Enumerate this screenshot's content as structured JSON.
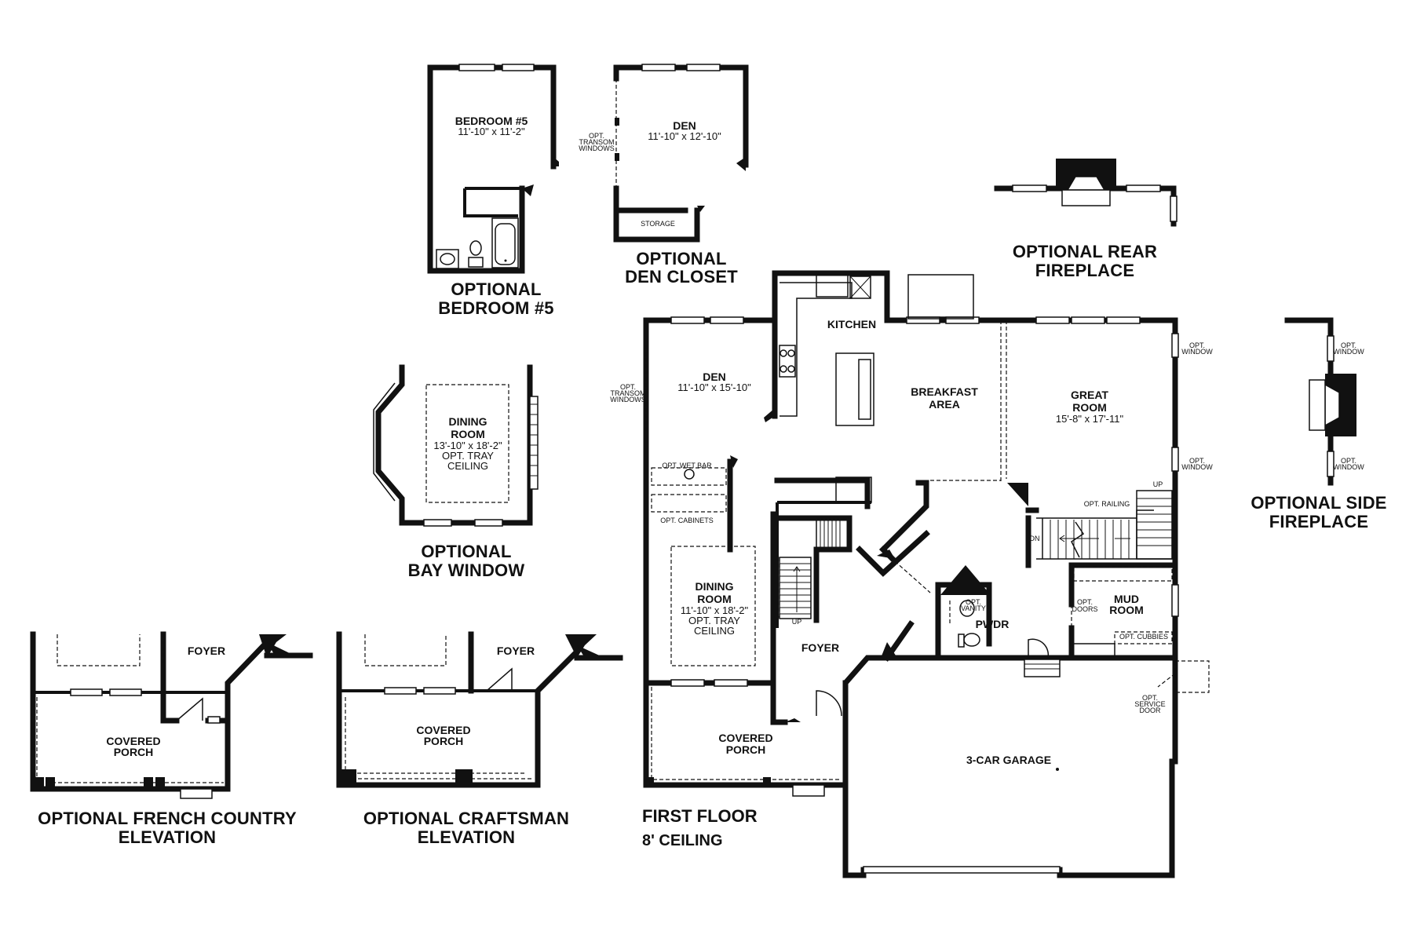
{
  "rooms": {
    "bedroom5": {
      "name": "BEDROOM #5",
      "dim": "11'-10\" x 11'-2\""
    },
    "den_opt": {
      "name": "DEN",
      "dim": "11'-10\" x 12'-10\""
    },
    "storage": "STORAGE",
    "den_main": {
      "name": "DEN",
      "dim": "11'-10\" x 15'-10\""
    },
    "kitchen": "KITCHEN",
    "breakfast": {
      "line1": "BREAKFAST",
      "line2": "AREA"
    },
    "great": {
      "line1": "GREAT",
      "line2": "ROOM",
      "dim": "15'-8\" x 17'-11\""
    },
    "dining_bay": {
      "line1": "DINING",
      "line2": "ROOM",
      "dim": "13'-10\" x 18'-2\"",
      "note1": "OPT. TRAY",
      "note2": "CEILING"
    },
    "dining_main": {
      "line1": "DINING",
      "line2": "ROOM",
      "dim": "11'-10\" x 18'-2\"",
      "note1": "OPT. TRAY",
      "note2": "CEILING"
    },
    "foyer": "FOYER",
    "foyer_fc": "FOYER",
    "foyer_cr": "FOYER",
    "mud": {
      "line1": "MUD",
      "line2": "ROOM"
    },
    "pwdr": "PWDR",
    "garage": "3-CAR GARAGE",
    "porch_main": {
      "line1": "COVERED",
      "line2": "PORCH"
    },
    "porch_fc": {
      "line1": "COVERED",
      "line2": "PORCH"
    },
    "porch_cr": {
      "line1": "COVERED",
      "line2": "PORCH"
    }
  },
  "notes": {
    "transom_opt": {
      "l1": "OPT.",
      "l2": "TRANSOM",
      "l3": "WINDOWS"
    },
    "transom_main": {
      "l1": "OPT.",
      "l2": "TRANSOM",
      "l3": "WINDOWS"
    },
    "wet_bar": "OPT. WET BAR",
    "cabinets": "OPT. CABINETS",
    "railing": "OPT. RAILING",
    "up_stair_right": "UP",
    "up_stair_left": "UP",
    "dn": "DN",
    "opt_doors": {
      "l1": "OPT.",
      "l2": "DOORS"
    },
    "opt_vanity": {
      "l1": "OPT.",
      "l2": "VANITY"
    },
    "opt_cubbies": "OPT. CUBBIES",
    "service_door": {
      "l1": "OPT.",
      "l2": "SERVICE",
      "l3": "DOOR"
    },
    "gr_window_top": {
      "l1": "OPT.",
      "l2": "WINDOW"
    },
    "gr_window_bot": {
      "l1": "OPT.",
      "l2": "WINDOW"
    },
    "side_window_top": {
      "l1": "OPT.",
      "l2": "WINDOW"
    },
    "side_window_bot": {
      "l1": "OPT.",
      "l2": "WINDOW"
    }
  },
  "captions": {
    "bedroom5": {
      "l1": "OPTIONAL",
      "l2": "BEDROOM #5"
    },
    "den_closet": {
      "l1": "OPTIONAL",
      "l2": "DEN CLOSET"
    },
    "rear_fireplace": {
      "l1": "OPTIONAL REAR",
      "l2": "FIREPLACE"
    },
    "bay_window": {
      "l1": "OPTIONAL",
      "l2": "BAY WINDOW"
    },
    "side_fireplace": {
      "l1": "OPTIONAL SIDE",
      "l2": "FIREPLACE"
    },
    "french_country": {
      "l1": "OPTIONAL FRENCH COUNTRY",
      "l2": "ELEVATION"
    },
    "craftsman": {
      "l1": "OPTIONAL CRAFTSMAN",
      "l2": "ELEVATION"
    },
    "first_floor": {
      "l1": "FIRST FLOOR",
      "l2": "8' CEILING"
    }
  }
}
